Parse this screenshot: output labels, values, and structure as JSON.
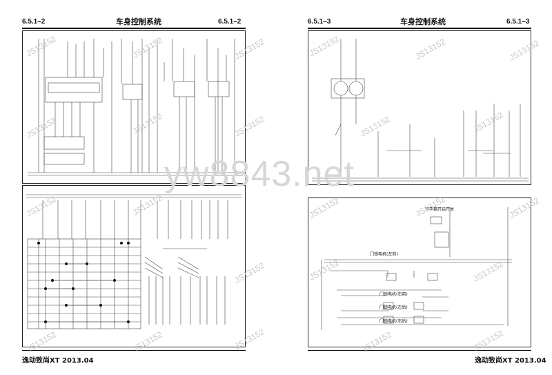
{
  "left_page": {
    "section_left": "6.5.1–2",
    "title": "车身控制系统",
    "section_right": "6.5.1–2",
    "footer": "逸动致尚XT  2013.04"
  },
  "right_page": {
    "section_left": "6.5.1–3",
    "title": "车身控制系统",
    "section_right": "6.5.1–3",
    "footer": "逸动致尚XT  2013.04"
  },
  "watermark": {
    "main": "yw8843.net",
    "stamp": "JS13152"
  },
  "diagram_labels": {
    "rear_door_switch": "门锁电机(左前)",
    "front_door_switch": "门锁电机(右前)",
    "rear_left": "门锁电机(左后)",
    "rear_right": "门锁电机(右后)",
    "trunk": "行李箱开启开关"
  }
}
